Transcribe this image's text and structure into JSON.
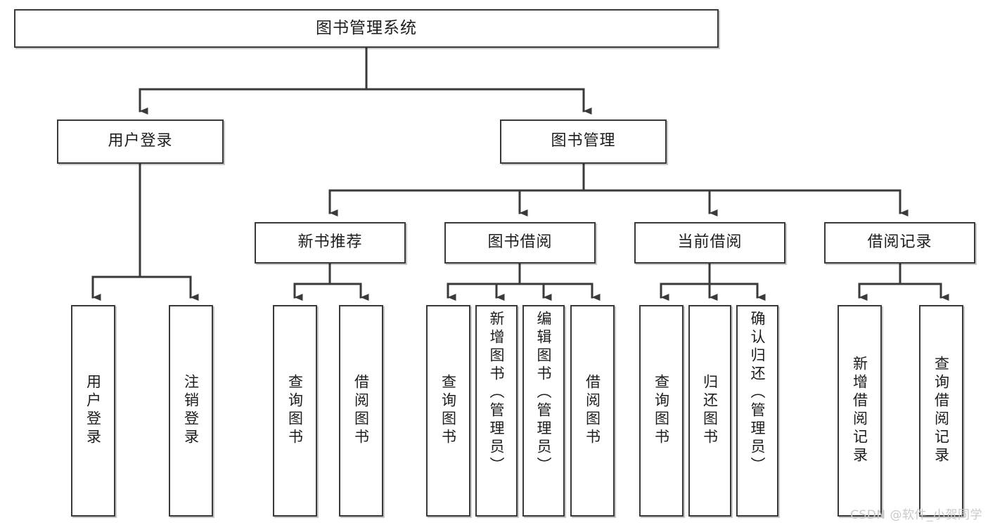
{
  "diagram": {
    "type": "tree",
    "title": "图书管理系统",
    "root": {
      "label": "图书管理系统"
    },
    "level2": [
      {
        "label": "用户登录"
      },
      {
        "label": "图书管理"
      }
    ],
    "level3": [
      {
        "label": "新书推荐"
      },
      {
        "label": "图书借阅"
      },
      {
        "label": "当前借阅"
      },
      {
        "label": "借阅记录"
      }
    ],
    "leaves": {
      "user_login": [
        {
          "label": "用户登录"
        },
        {
          "label": "注销登录"
        }
      ],
      "new_book_recommend": [
        {
          "label": "查询图书"
        },
        {
          "label": "借阅图书"
        }
      ],
      "book_borrow": [
        {
          "label": "查询图书"
        },
        {
          "label": "新增图书（管理员）"
        },
        {
          "label": "编辑图书（管理员）"
        },
        {
          "label": "借阅图书"
        }
      ],
      "current_borrow": [
        {
          "label": "查询图书"
        },
        {
          "label": "归还图书"
        },
        {
          "label": "确认归还（管理员）"
        }
      ],
      "borrow_record": [
        {
          "label": "新增借阅记录"
        },
        {
          "label": "查询借阅记录"
        }
      ]
    }
  },
  "watermark": {
    "text": "CSDN @软件_小贺同学"
  },
  "colors": {
    "stroke": "#3a3a3a",
    "text": "#1d1d1d",
    "background": "#ffffff",
    "watermark": "#c9c9c9"
  }
}
